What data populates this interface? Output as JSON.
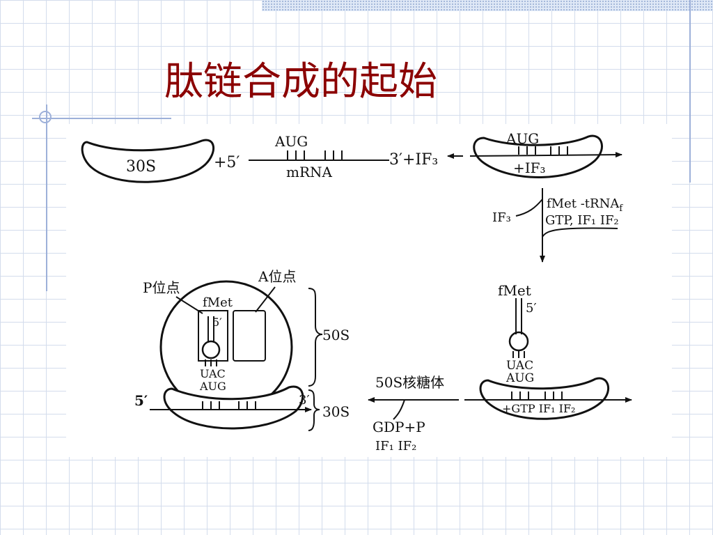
{
  "slide": {
    "title": "肽链合成的起始"
  },
  "diagram": {
    "step1": {
      "subunit_30s": "30S",
      "plus_5prime": "+5′",
      "codon": "AUG",
      "mrna": "mRNA",
      "plus_3prime_if3": "3′+IF₃",
      "complex_codon": "AUG",
      "complex_factor": "+IF₃"
    },
    "step2": {
      "released_if3": "IF₃",
      "fmet_trna": "fMet  -tRNA",
      "trna_subscript": "f",
      "factors": "GTP, IF₁ IF₂"
    },
    "step3": {
      "fmet": "fMet",
      "five_prime": "5′",
      "anticodon": "UAC",
      "codon": "AUG",
      "factors": "+GTP IF₁ IF₂"
    },
    "step4": {
      "label_50s": "50S核糖体",
      "released": "GDP+P",
      "released_factors": "IF₁ IF₂"
    },
    "final": {
      "p_site": "P位点",
      "a_site": "A位点",
      "fmet": "fMet",
      "five_prime": "5′",
      "anticodon": "UAC",
      "codon": "AUG",
      "mrna_5": "5′",
      "mrna_3": "3′",
      "label_50s": "50S",
      "label_30s": "30S"
    }
  }
}
